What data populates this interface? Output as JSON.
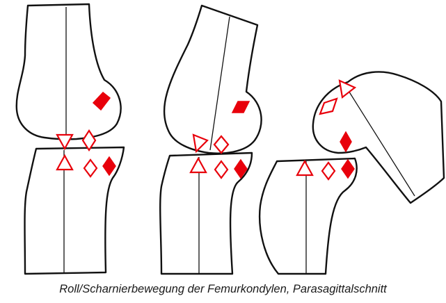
{
  "caption": "Roll/Scharnierbewegung der Femurkondylen, Parasagittalschnitt",
  "colors": {
    "outline": "#111111",
    "marker": "#e8000b"
  },
  "panels": [
    {
      "name": "extension",
      "knee_flexion_state": "extended"
    },
    {
      "name": "partial-flexion",
      "knee_flexion_state": "partially flexed"
    },
    {
      "name": "deep-flexion",
      "knee_flexion_state": "deeply flexed"
    }
  ],
  "markers": {
    "femur": [
      "filled-diamond",
      "open-diamond",
      "open-triangle"
    ],
    "tibia": [
      "filled-diamond",
      "open-diamond",
      "open-triangle"
    ]
  }
}
